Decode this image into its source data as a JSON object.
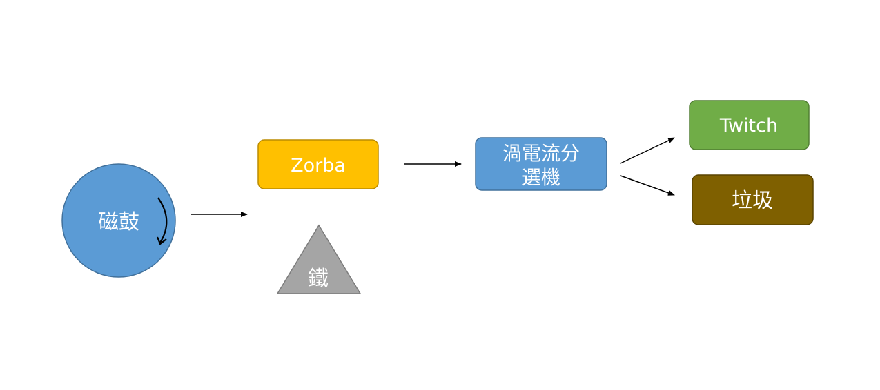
{
  "diagram": {
    "nodes": {
      "drum": {
        "label": "磁鼓",
        "fill": "#5b9bd5",
        "stroke": "#41719c"
      },
      "zorba": {
        "label": "Zorba",
        "fill": "#ffc000",
        "stroke": "#bc8c00"
      },
      "iron": {
        "label": "鐵",
        "fill": "#a5a5a5",
        "stroke": "#7c7c7c"
      },
      "separator": {
        "label_line1": "渦電流分",
        "label_line2": "選機",
        "fill": "#5b9bd5",
        "stroke": "#41719c"
      },
      "twitch": {
        "label": "Twitch",
        "fill": "#70ad47",
        "stroke": "#507e32"
      },
      "garbage": {
        "label": "垃圾",
        "fill": "#7f6000",
        "stroke": "#5a4400"
      }
    },
    "arrow_color": "#000000"
  }
}
